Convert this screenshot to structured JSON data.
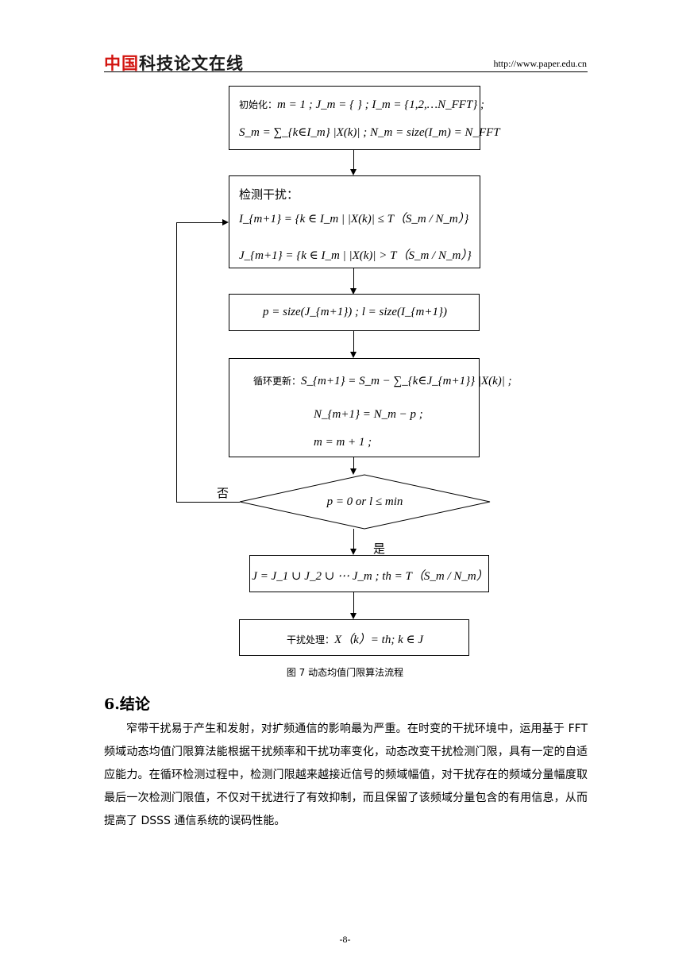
{
  "header": {
    "logo_red": "中国",
    "logo_black": "科技论文在线",
    "url": "http://www.paper.edu.cn"
  },
  "flowchart": {
    "init_label": "初始化：",
    "init_line1": "m = 1 ; J_m = { } ; I_m = {1,2,…N_FFT} ;",
    "init_line2": "S_m = ∑_{k∈I_m} |X(k)| ; N_m = size(I_m) = N_FFT",
    "detect_label": "检测干扰：",
    "detect_line1": "I_{m+1} = {k ∈ I_m | |X(k)| ≤ T（S_m / N_m）}",
    "detect_line2": "J_{m+1} = {k ∈ I_m | |X(k)| > T（S_m / N_m）}",
    "size_line": "p = size(J_{m+1}) ; l = size(I_{m+1})",
    "update_label": "循环更新：",
    "update_line1": "S_{m+1} = S_m − ∑_{k∈J_{m+1}} |X(k)| ;",
    "update_line2": "N_{m+1} = N_m − p ;",
    "update_line3": "m = m + 1 ;",
    "decision": "p = 0  or  l ≤ min",
    "no_label": "否",
    "yes_label": "是",
    "result_line": "J = J_1 ∪ J_2 ∪ ⋯ J_m ;  th = T（S_m / N_m）",
    "process_label": "干扰处理：",
    "process_line": "X（k）= th; k ∈ J"
  },
  "caption": "图 7 动态均值门限算法流程",
  "section_title": "6.结论",
  "paragraph": "窄带干扰易于产生和发射，对扩频通信的影响最为严重。在时变的干扰环境中，运用基于 FFT 频域动态均值门限算法能根据干扰频率和干扰功率变化，动态改变干扰检测门限，具有一定的自适应能力。在循环检测过程中，检测门限越来越接近信号的频域幅值，对干扰存在的频域分量幅度取最后一次检测门限值，不仅对干扰进行了有效抑制，而且保留了该频域分量包含的有用信息，从而提高了 DSSS 通信系统的误码性能。",
  "page_number": "-8-"
}
